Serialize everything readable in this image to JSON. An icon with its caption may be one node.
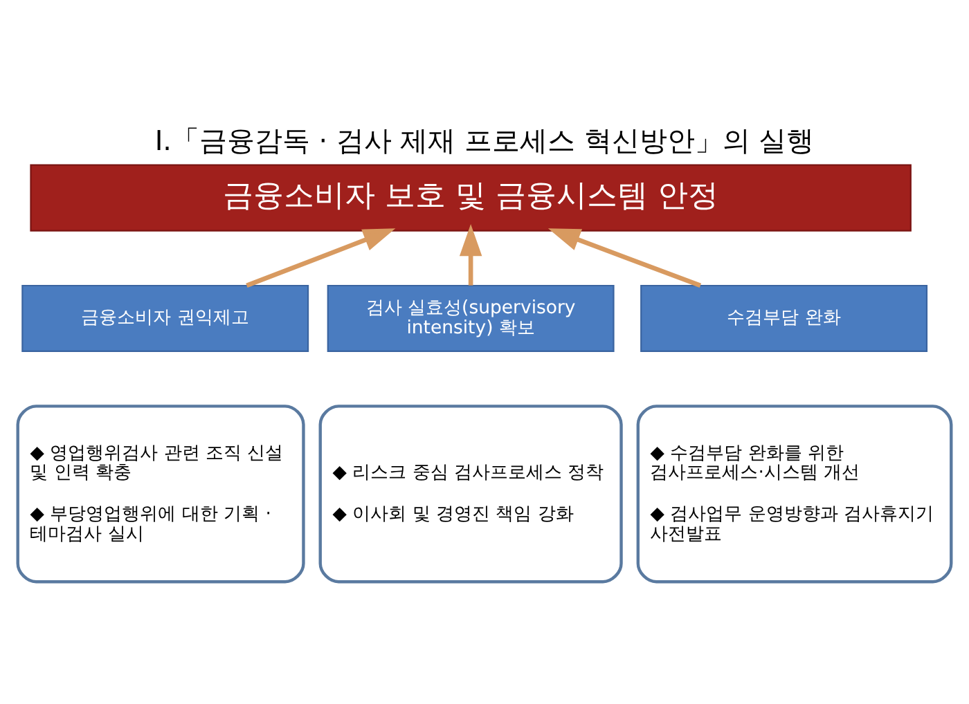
{
  "diagram": {
    "title": "Ⅰ.「금융감독 · 검사 제재 프로세스 혁신방안」의 실행",
    "nodes": [
      {
        "text": [
          "금융소비자 보호 및 금융시스템 안정"
        ]
      },
      {
        "text": [
          "금융소비자 권익제고"
        ]
      },
      {
        "text": [
          "검사 실효성(supervisory intensity) 확보"
        ]
      },
      {
        "text": [
          "수검부담 완화"
        ]
      },
      {
        "text": [
          "◆ 영업행위검사 관련 조직 신설 및 인력 확충",
          "◆ 부당영업행위에 대한 기획 · 테마검사 실시"
        ]
      },
      {
        "text": [
          "◆ 리스크 중심 검사프로세스 정착",
          "◆ 이사회 및 경영진 책임 강화"
        ]
      },
      {
        "text": [
          "◆ 수검부담 완화를 위한 검사프로세스·시스템 개선",
          "◆ 검사업무 운영방향과 검사휴지기 사전발표"
        ]
      }
    ],
    "edges": [
      {
        "from": 1,
        "to": 0,
        "arrow": "to"
      },
      {
        "from": 2,
        "to": 0,
        "arrow": "to"
      },
      {
        "from": 3,
        "to": 0,
        "arrow": "to"
      }
    ]
  }
}
